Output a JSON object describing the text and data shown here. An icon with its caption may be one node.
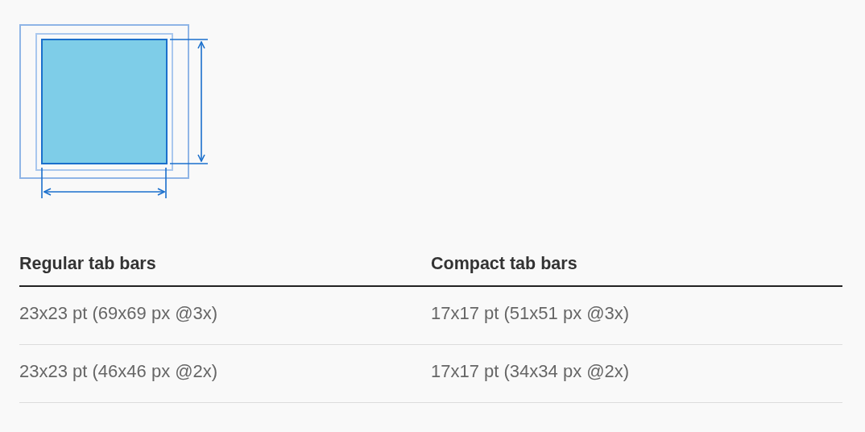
{
  "diagram": {
    "labels": [
      "Regular tab bars",
      "Compact tab bars",
      "23x23 pt (69x69 px @3x)",
      "17x17 pt (51x51 px @3x)",
      "23x23 pt (46x46 px @2x)",
      "17x17 pt (34x34 px @2x)"
    ]
  }
}
